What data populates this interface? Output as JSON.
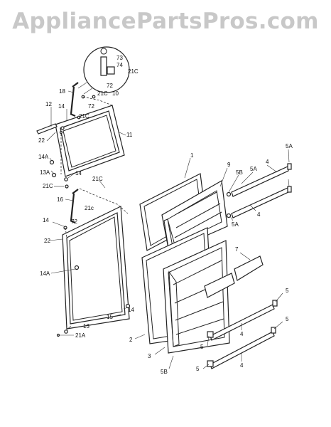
{
  "watermark": "AppliancePartsPros.com",
  "callouts": [
    "73",
    "74",
    "72",
    "21C",
    "18",
    "21C",
    "10",
    "12",
    "14",
    "72",
    "21C",
    "11",
    "22",
    "14A",
    "13A",
    "14",
    "21C",
    "21C",
    "16",
    "21c",
    "14",
    "72",
    "22",
    "14A",
    "14",
    "15",
    "13",
    "21A",
    "1",
    "9",
    "5B",
    "4",
    "5A",
    "5A",
    "5A",
    "4",
    "7",
    "2",
    "3",
    "5B",
    "5",
    "5",
    "4",
    "5",
    "5",
    "4"
  ]
}
